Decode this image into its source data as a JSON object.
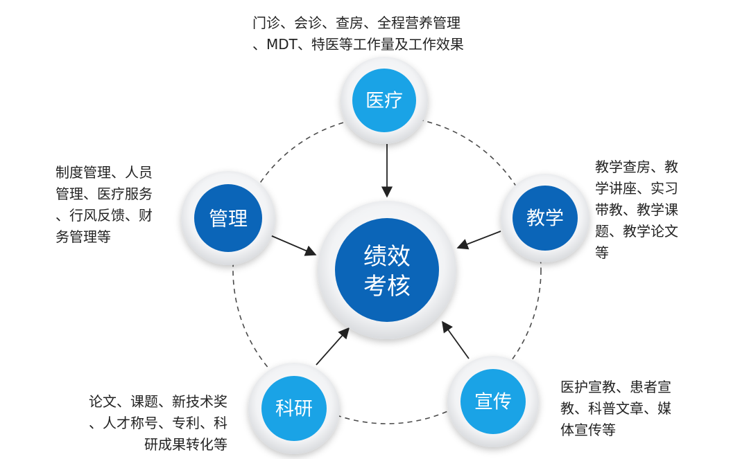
{
  "center": {
    "line1": "绩效",
    "line2": "考核"
  },
  "nodes": {
    "medical": "医疗",
    "management": "管理",
    "teaching": "教学",
    "research": "科研",
    "publicity": "宣传"
  },
  "descriptions": {
    "medical": [
      "门诊、会诊、查房、全程营养管理",
      "、MDT、特医等工作量及工作效果"
    ],
    "management": [
      "制度管理、人员",
      "管理、医疗服务",
      "、行风反馈、财",
      "务管理等"
    ],
    "teaching": [
      "教学查房、教",
      "学讲座、实习",
      "带教、教学课",
      "题、教学论文",
      "等"
    ],
    "research": [
      "论文、课题、新技术奖",
      "、人才称号、专利、科",
      "研成果转化等"
    ],
    "publicity": [
      "医护宣教、患者宣",
      "教、科普文章、媒",
      "体宣传等"
    ]
  },
  "colors": {
    "dark_blue": "#0b65b8",
    "light_blue": "#1aa3e6",
    "ring_outer": "#e9eaec",
    "ring_inner": "#ffffff",
    "dash": "#4a4a4a",
    "arrow": "#222222"
  }
}
